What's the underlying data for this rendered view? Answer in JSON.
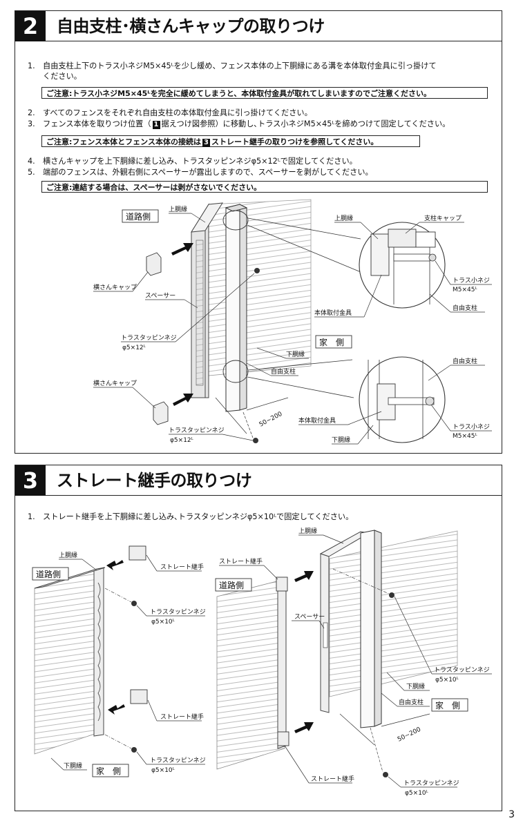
{
  "section2": {
    "number": "2",
    "title": "自由支柱･横さんキャップの取りつけ",
    "steps": [
      {
        "n": "1.",
        "text": "自由支柱上下のトラス小ネジM5×45ᴸを少し緩め、フェンス本体の上下胴縁にある溝を本体取付金具に引っ掛けて"
      },
      {
        "n": "",
        "text": "ください。"
      },
      {
        "n": "2.",
        "text": "すべてのフェンスをそれぞれ自由支柱の本体取付金具に引っ掛けてください。"
      },
      {
        "n": "3.",
        "text_a": "フェンス本体を取りつけ位置（",
        "box": "1",
        "text_b": "据えつけ図参照）に移動し､トラス小ネジM5×45ᴸを締めつけて固定してください。"
      },
      {
        "n": "4.",
        "text": "横さんキャップを上下胴縁に差し込み、トラスタッピンネジφ5×12ᴸで固定してください。"
      },
      {
        "n": "5.",
        "text": "端部のフェンスは、外観右側にスペーサーが露出しますので、スペーサーを剥がしてください。"
      }
    ],
    "notes": [
      {
        "text": "ご注意:トラス小ネジM5×45ᴸを完全に緩めてしまうと、本体取付金具が取れてしまいますのでご注意ください。"
      },
      {
        "text_a": "ご注意:フェンス本体とフェンス本体の接続は",
        "box": "3",
        "text_b": "ストレート継手の取りつけを参照してください。"
      },
      {
        "text": "ご注意:連結する場合は、スペーサーは剥がさないでください。"
      }
    ],
    "labels": {
      "road_side": "道路側",
      "house_side": "家　側",
      "top_rail": "上胴縁",
      "bottom_rail": "下胴縁",
      "cap": "横さんキャップ",
      "spacer": "スペーサー",
      "tapping_screw": "トラスタッピンネジ",
      "tapping_size": "φ5×12ᴸ",
      "free_post": "自由支柱",
      "post_cap": "支柱キャップ",
      "truss_screw": "トラス小ネジ",
      "truss_size": "M5×45ᴸ",
      "bracket": "本体取付金具",
      "dim": "50~200"
    }
  },
  "section3": {
    "number": "3",
    "title": "ストレート継手の取りつけ",
    "step": {
      "n": "1.",
      "text": "ストレート継手を上下胴縁に差し込み､トラスタッピンネジφ5×10ᴸで固定してください。"
    },
    "labels": {
      "road_side": "道路側",
      "house_side": "家　側",
      "top_rail": "上胴縁",
      "bottom_rail": "下胴縁",
      "joint": "ストレート継手",
      "spacer": "スペーサー",
      "tapping_screw": "トラスタッピンネジ",
      "tapping_size": "φ5×10ᴸ",
      "free_post": "自由支柱",
      "dim": "50~200"
    }
  },
  "page_number": "3"
}
